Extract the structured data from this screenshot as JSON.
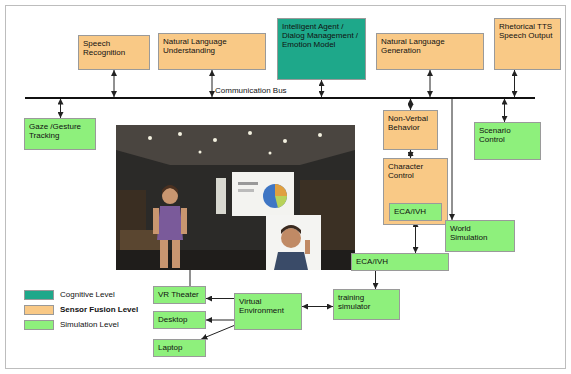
{
  "diagram": {
    "nodes": [
      {
        "text": [
          "Speech Recognition"
        ]
      },
      {
        "text": [
          "Natural Language Understanding"
        ]
      },
      {
        "text": [
          "Intelligent Agent / Dialog Management / Emotion Model"
        ]
      },
      {
        "text": [
          "Natural Language Generation"
        ]
      },
      {
        "text": [
          "Rhetorical TTS Speech Output"
        ]
      },
      {
        "text": [
          "Communication Bus"
        ]
      },
      {
        "text": [
          "Gaze /Gesture Tracking"
        ]
      },
      {
        "text": [
          "Non-Verbal Behavior"
        ]
      },
      {
        "text": [
          "Scenario Control"
        ]
      },
      {
        "text": [
          "Character Control"
        ]
      },
      {
        "text": [
          "ECA/IVH"
        ],
        "in": 9
      },
      {
        "text": [
          "World Simulation"
        ]
      },
      {
        "text": [
          "ECA/IVH"
        ]
      },
      {
        "text": [
          "VR Theater"
        ]
      },
      {
        "text": [
          "training simulator"
        ]
      },
      {
        "text": [
          "Virtual Environment"
        ]
      },
      {
        "text": [
          "Desktop"
        ]
      },
      {
        "text": [
          "Laptop"
        ]
      }
    ],
    "edges": [
      {
        "from": 0,
        "to": 5,
        "arrow": "both"
      },
      {
        "from": 1,
        "to": 5,
        "arrow": "both"
      },
      {
        "from": 2,
        "to": 5,
        "arrow": "both"
      },
      {
        "from": 3,
        "to": 5,
        "arrow": "both"
      },
      {
        "from": 4,
        "to": 5,
        "arrow": "both"
      },
      {
        "from": 6,
        "to": 5,
        "arrow": "both"
      },
      {
        "from": 7,
        "to": 5,
        "arrow": "both"
      },
      {
        "from": 8,
        "to": 5,
        "arrow": "both"
      },
      {
        "from": 5,
        "to": 11,
        "arrow": "to"
      },
      {
        "from": 7,
        "to": 9,
        "arrow": "both"
      },
      {
        "from": 10,
        "to": 12,
        "arrow": "both"
      },
      {
        "from": 12,
        "to": 14,
        "arrow": "to"
      },
      {
        "from": 14,
        "to": 15,
        "arrow": "both"
      },
      {
        "from": 15,
        "to": 13,
        "arrow": "to"
      },
      {
        "from": 15,
        "to": 16,
        "arrow": "to"
      },
      {
        "from": 15,
        "to": 17,
        "arrow": "to"
      }
    ],
    "legend": [
      {
        "text": "Cognitive Level",
        "color": "#1ea88a"
      },
      {
        "text": "Sensor Fusion Level",
        "color": "#f9c986"
      },
      {
        "text": "Simulation Level",
        "color": "#8ef07c"
      }
    ]
  }
}
